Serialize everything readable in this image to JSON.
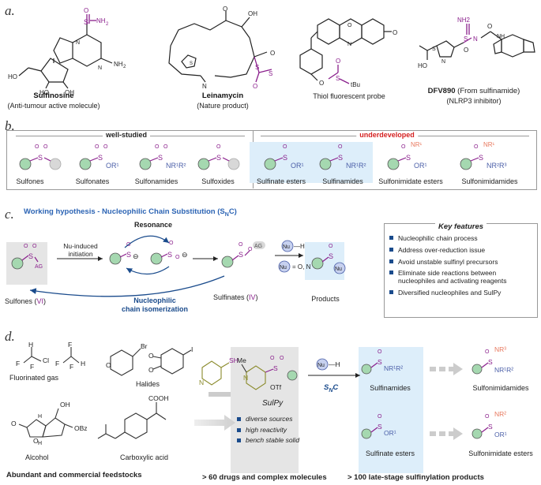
{
  "sections": {
    "a": "a.",
    "b": "b.",
    "c": "c.",
    "d": "d."
  },
  "panel_a": {
    "molecules": [
      {
        "name": "Sulfinosine",
        "subtitle": "(Anti-tumour active molecule)"
      },
      {
        "name": "Leinamycin",
        "subtitle": "(Nature product)"
      },
      {
        "name": "",
        "subtitle": "Thiol fluorescent probe"
      },
      {
        "name": "DFV890",
        "name_suffix": " (From sulfinamide)",
        "subtitle": "(NLRP3 inhibitor)"
      }
    ],
    "atoms": {
      "nh2": "NH2",
      "n": "N",
      "o": "O",
      "s": "S",
      "ho": "HO",
      "oh": "OH",
      "h": "H",
      "tbu": "tBu",
      "nh": "NH",
      "nh2_top": "NH2"
    }
  },
  "panel_b": {
    "well_studied_label": "well-studied",
    "underdeveloped_label": "underdeveloped",
    "items": [
      {
        "label": "Sulfones",
        "group": "well"
      },
      {
        "label": "Sulfonates",
        "group": "well",
        "sub": "OR1"
      },
      {
        "label": "Sulfonamides",
        "group": "well",
        "sub": "NR1R2"
      },
      {
        "label": "Sulfoxides",
        "group": "well"
      },
      {
        "label": "Sulfinate esters",
        "group": "under",
        "sub": "OR1"
      },
      {
        "label": "Sulfinamides",
        "group": "under",
        "sub": "NR1R2"
      },
      {
        "label": "Sulfonimidate esters",
        "group": "under",
        "sub": "OR1",
        "top": "NR1"
      },
      {
        "label": "Sulfonimidamides",
        "group": "under",
        "sub": "NR2R3",
        "top": "NR1"
      }
    ],
    "colors": {
      "accent_red": "#d42020",
      "purple": "#8a1f8c",
      "blue_text": "#4b5fa8",
      "highlight": "#ddeefa",
      "pink": "#e8795f"
    }
  },
  "panel_c": {
    "hypothesis_title": "Working hypothesis - Nucleophilic Chain Substitution (S",
    "hypothesis_sub": "N",
    "hypothesis_end": "C)",
    "resonance": "Resonance",
    "initiation": "Nu-induced\ninitiation",
    "initiation_line1": "Nu-induced",
    "initiation_line2": "initiation",
    "chain_iso_line1": "Nucleophilic",
    "chain_iso_line2": "chain isomerization",
    "sulfones_label": "Sulfones (",
    "sulfones_roman": "VI",
    "sulfinates_label": "Sulfinates (",
    "sulfinates_roman": "IV",
    "products_label": "Products",
    "ag": "AG",
    "nu": "Nu",
    "nu_h": "—H",
    "nu_eq": "= O, N",
    "key_features_title": "Key features",
    "key_features": [
      "Nucleophilic chain process",
      "Address over-reduction issue",
      "Avoid unstable sulfinyl precursors",
      "Eliminate side reactions between nucleophiles and activating reagents",
      "Diversified nucleophiles and SulPy"
    ]
  },
  "panel_d": {
    "feedstocks": [
      "Fluorinated gas",
      "Halides",
      "Alcohol",
      "Carboxylic acid"
    ],
    "feedstock_caption": "Abundant and commercial feedstocks",
    "sulpy_name": "SulPy",
    "sulpy_features": [
      "diverse sources",
      "high reactivity",
      "bench stable solid"
    ],
    "drugs_caption": "> 60 drugs and complex molecules",
    "snc": "S",
    "snc_sub": "N",
    "snc_end": "C",
    "products": [
      "Sulfinamides",
      "Sulfinate esters"
    ],
    "derivatives": [
      "Sulfonimidamides",
      "Sulfonimidate esters"
    ],
    "products_caption": "> 100 late-stage sulfinylation products",
    "atoms": {
      "me": "Me",
      "otf": "OTf",
      "sh": "SH",
      "br": "Br",
      "i": "I",
      "f": "F",
      "cl": "Cl",
      "oh": "OH",
      "obz": "OBz",
      "cooh": "COOH",
      "nr1r2": "NR1R2",
      "or1": "OR1",
      "nr3": "NR3",
      "nr2": "NR2"
    }
  }
}
